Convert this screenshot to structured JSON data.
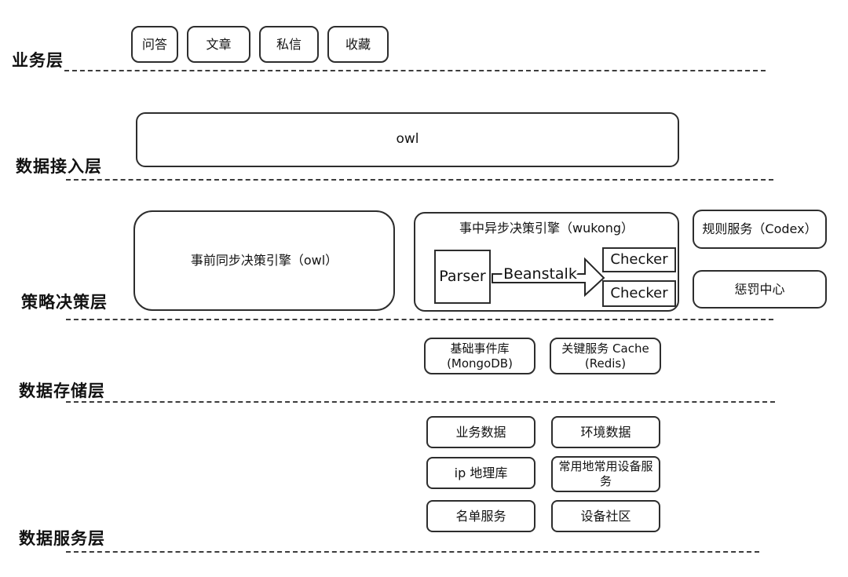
{
  "page": {
    "background": "#ffffff",
    "line_color": "#2d2d2d",
    "text_color": "#121212"
  },
  "layers": {
    "business": {
      "label": "业务层",
      "boxes": [
        "问答",
        "文章",
        "私信",
        "收藏"
      ]
    },
    "access": {
      "label": "数据接入层",
      "engine": "owl"
    },
    "decision": {
      "label": "策略决策层",
      "pre_sync_engine": "事前同步决策引擎（owl）",
      "async_engine_title": "事中异步决策引擎（wukong）",
      "parser": "Parser",
      "queue": "Beanstalk",
      "checkers": [
        "Checker",
        "Checker"
      ],
      "rule_service": "规则服务（Codex）",
      "punish_center": "惩罚中心"
    },
    "storage": {
      "label": "数据存储层",
      "event_store": {
        "line1": "基础事件库",
        "line2": "(MongoDB)"
      },
      "cache": {
        "line1": "关键服务 Cache",
        "line2": "(Redis)"
      }
    },
    "service": {
      "label": "数据服务层",
      "boxes": [
        "业务数据",
        "环境数据",
        "ip 地理库",
        "常用地常用设备服务",
        "名单服务",
        "设备社区"
      ]
    }
  }
}
